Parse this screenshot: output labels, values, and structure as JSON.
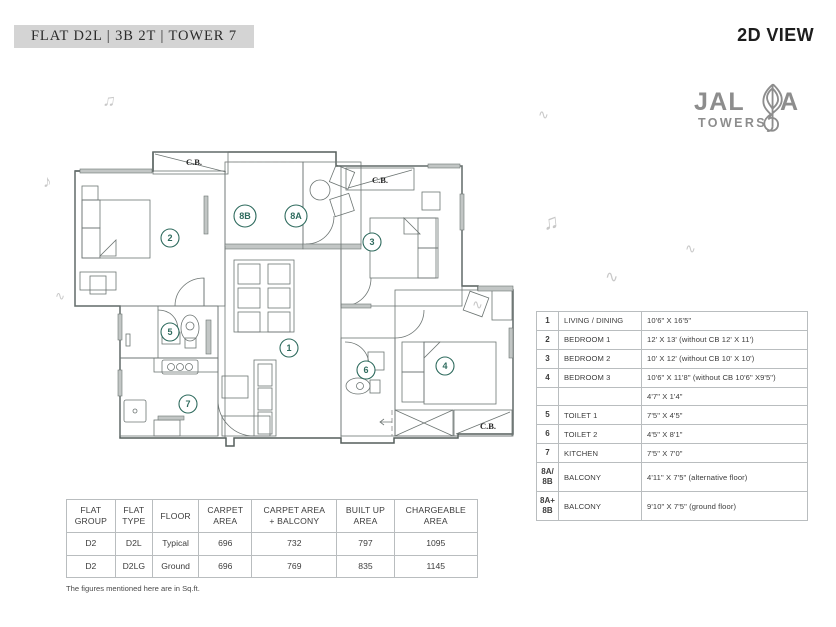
{
  "header": {
    "flat_title": "FLAT D2L  |  3B 2T  |  TOWER 7",
    "view_label": "2D VIEW"
  },
  "logo": {
    "word_left": "JAL",
    "word_right": "A",
    "subtitle": "TOWERS"
  },
  "floorplan": {
    "closet_label": "C.B.",
    "markers": [
      {
        "id": "1",
        "name": "living-dining"
      },
      {
        "id": "2",
        "name": "bedroom-1"
      },
      {
        "id": "3",
        "name": "bedroom-2"
      },
      {
        "id": "4",
        "name": "bedroom-3"
      },
      {
        "id": "5",
        "name": "toilet-1"
      },
      {
        "id": "6",
        "name": "toilet-2"
      },
      {
        "id": "7",
        "name": "kitchen"
      },
      {
        "id": "8A",
        "name": "balcony-a"
      },
      {
        "id": "8B",
        "name": "balcony-b"
      }
    ]
  },
  "legend": {
    "rows": [
      {
        "num": "1",
        "name": "LIVING / DINING",
        "dim": "10'6\" X 16'5\""
      },
      {
        "num": "2",
        "name": "BEDROOM 1",
        "dim": "12' X 13' (without CB 12' X 11')"
      },
      {
        "num": "3",
        "name": "BEDROOM 2",
        "dim": "10' X 12' (without CB 10' X 10')"
      },
      {
        "num": "4",
        "name": "BEDROOM 3",
        "dim": "10'6\" X 11'8\" (without CB 10'6\" X9'5\")"
      },
      {
        "num": "",
        "name": "",
        "dim": "4'7\" X 1'4\""
      },
      {
        "num": "5",
        "name": "TOILET 1",
        "dim": "7'5\" X 4'5\""
      },
      {
        "num": "6",
        "name": "TOILET 2",
        "dim": "4'5\" X 8'1\""
      },
      {
        "num": "7",
        "name": "KITCHEN",
        "dim": "7'5\" X 7'0\""
      },
      {
        "num": "8A/\n8B",
        "name": "BALCONY",
        "dim": "4'11\" X 7'5\" (alternative floor)"
      },
      {
        "num": "8A+\n8B",
        "name": "BALCONY",
        "dim": "9'10\" X 7'5\" (ground floor)"
      }
    ]
  },
  "area_table": {
    "headers": [
      "FLAT\nGROUP",
      "FLAT\nTYPE",
      "FLOOR",
      "CARPET\nAREA",
      "CARPET AREA\n+ BALCONY",
      "BUILT UP\nAREA",
      "CHARGEABLE\nAREA"
    ],
    "rows": [
      [
        "D2",
        "D2L",
        "Typical",
        "696",
        "732",
        "797",
        "1095"
      ],
      [
        "D2",
        "D2LG",
        "Ground",
        "696",
        "769",
        "835",
        "1145"
      ]
    ],
    "note": "The figures mentioned here are in Sq.ft."
  },
  "colors": {
    "marker": "#2f6b5e",
    "wall": "#555f5c",
    "title_bg": "#d4d4d4",
    "watermark": "#c8c8c8"
  }
}
